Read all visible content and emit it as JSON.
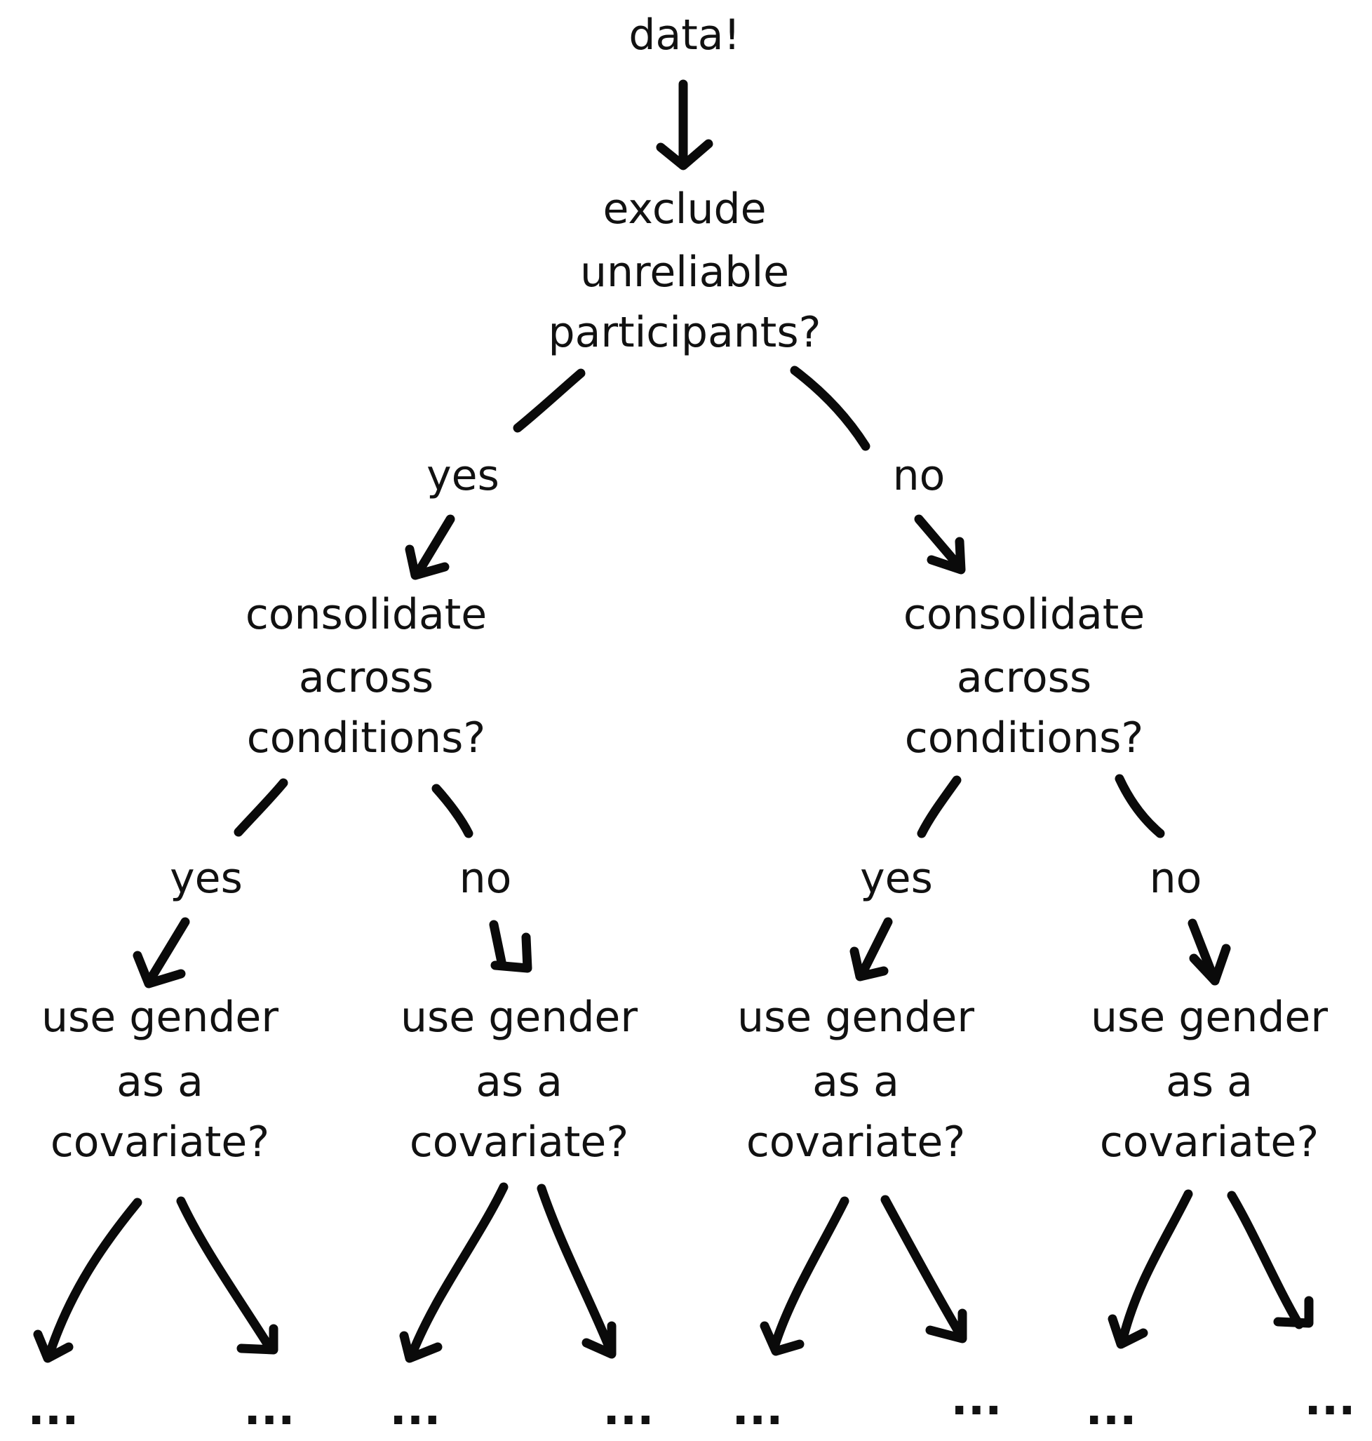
{
  "root": {
    "label": "data!"
  },
  "level1": {
    "question_lines": [
      "exclude",
      "unreliable",
      "participants?"
    ],
    "yes_label": "yes",
    "no_label": "no"
  },
  "level2": {
    "left": {
      "question_lines": [
        "consolidate",
        "across",
        "conditions?"
      ],
      "yes_label": "yes",
      "no_label": "no"
    },
    "right": {
      "question_lines": [
        "consolidate",
        "across",
        "conditions?"
      ],
      "yes_label": "yes",
      "no_label": "no"
    }
  },
  "level3": [
    {
      "question_lines": [
        "use gender",
        "as a",
        "covariate?"
      ]
    },
    {
      "question_lines": [
        "use gender",
        "as a",
        "covariate?"
      ]
    },
    {
      "question_lines": [
        "use gender",
        "as a",
        "covariate?"
      ]
    },
    {
      "question_lines": [
        "use gender",
        "as a",
        "covariate?"
      ]
    }
  ],
  "leaves": [
    "...",
    "...",
    "...",
    "...",
    "...",
    "...",
    "...",
    "..."
  ],
  "colors": {
    "ink": "#0a0a0a",
    "background": "#ffffff"
  }
}
